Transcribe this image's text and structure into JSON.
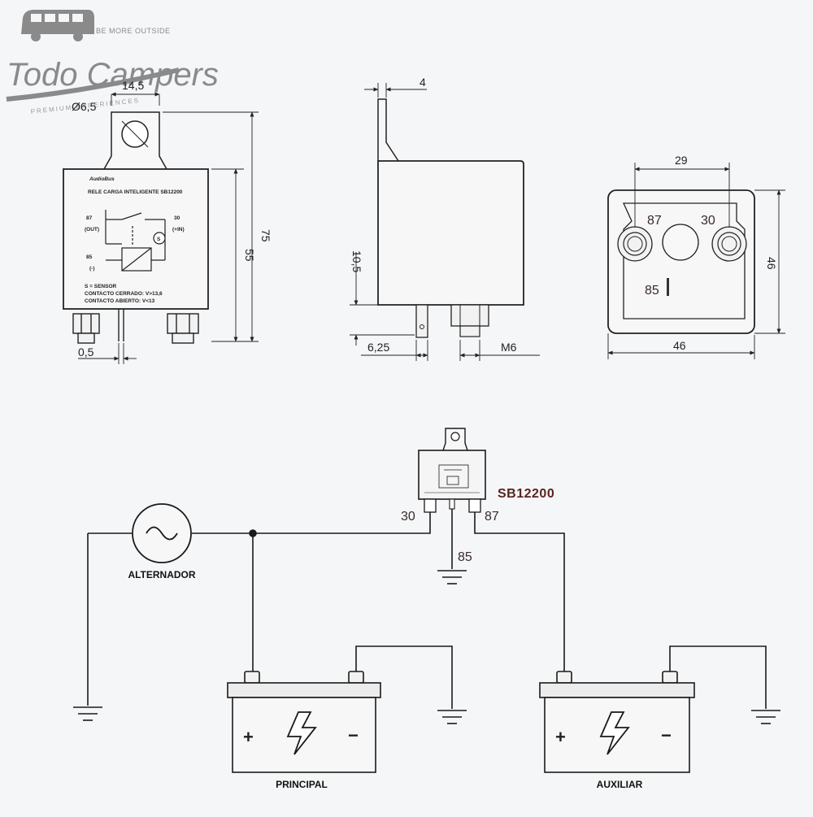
{
  "logo": {
    "text": "Todo Campers",
    "tagline_top": "BE MORE OUTSIDE",
    "tagline_bottom": "PREMIUM EXPERIENCES"
  },
  "front_view": {
    "brand": "AudioBus",
    "title": "RELE CARGA INTELIGENTE SB12200",
    "terminal_87": "87",
    "terminal_87_sub": "(OUT)",
    "terminal_30": "30",
    "terminal_30_sub": "(+IN)",
    "terminal_85": "85",
    "terminal_85_sub": "(-)",
    "sensor_symbol": "S",
    "note_1": "S = SENSOR",
    "note_2": "CONTACTO CERRADO: V>13,6",
    "note_3": "CONTACTO ABIERTO: V<13",
    "dim_hole": "Ø6,5",
    "dim_tab": "14,5",
    "dim_total_height": "75",
    "dim_body_height": "55",
    "dim_pin": "0,5"
  },
  "side_view": {
    "dim_thickness": "4",
    "dim_height": "10,5",
    "dim_offset": "6,25",
    "dim_thread": "M6"
  },
  "bottom_view": {
    "label_87": "87",
    "label_30": "30",
    "label_85": "85",
    "dim_spacing": "29",
    "dim_height": "46",
    "dim_width": "46"
  },
  "wiring": {
    "model": "SB12200",
    "pin_30": "30",
    "pin_87": "87",
    "pin_85": "85",
    "alternator_label": "ALTERNADOR",
    "battery_main_label": "PRINCIPAL",
    "battery_aux_label": "AUXILIAR",
    "battery_plus": "+",
    "battery_minus": "−"
  },
  "colors": {
    "background": "#f4f6f8",
    "line": "#1a1a1a",
    "model_text": "#5a2320",
    "logo": "#8a8a8a"
  }
}
